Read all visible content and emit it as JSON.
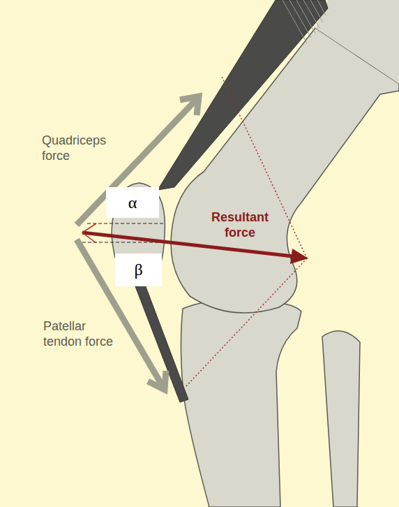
{
  "diagram": {
    "nodes": [
      {
        "text": [
          "α"
        ]
      },
      {
        "text": [
          "β"
        ]
      }
    ],
    "labels": [
      "Quadriceps force",
      "Resultant force",
      "Patellar tendon force"
    ]
  }
}
